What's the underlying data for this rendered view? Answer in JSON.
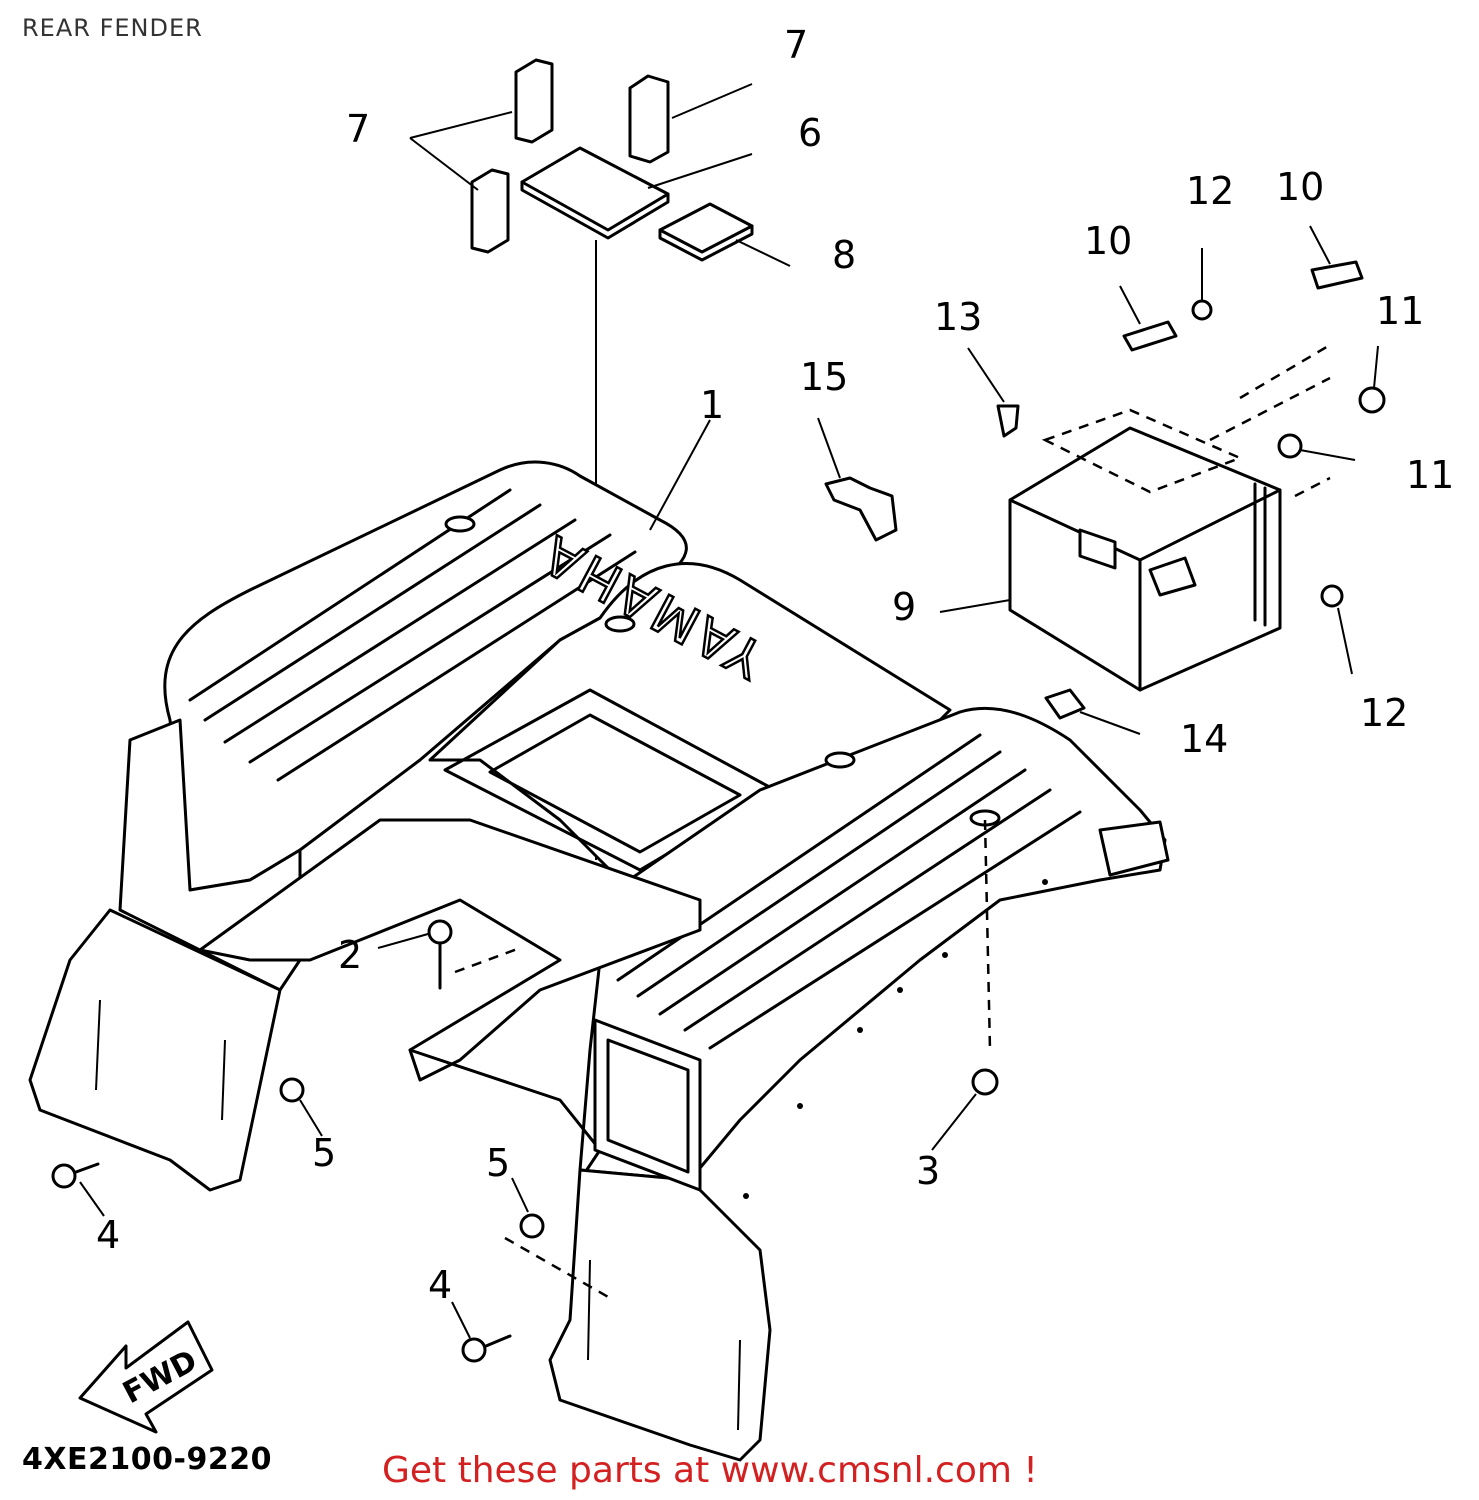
{
  "header": {
    "title": "REAR FENDER"
  },
  "diagram": {
    "brand": "YAMAHA",
    "direction_label": "FWD",
    "part_code": "4XE2100-9220",
    "callouts": [
      "7",
      "7",
      "6",
      "8",
      "12",
      "10",
      "10",
      "11",
      "13",
      "15",
      "1",
      "11",
      "9",
      "12",
      "14",
      "2",
      "5",
      "4",
      "5",
      "3",
      "4"
    ]
  },
  "footer": {
    "link_text": "Get these parts at www.cmsnl.com !",
    "link_color": "#d32020"
  }
}
